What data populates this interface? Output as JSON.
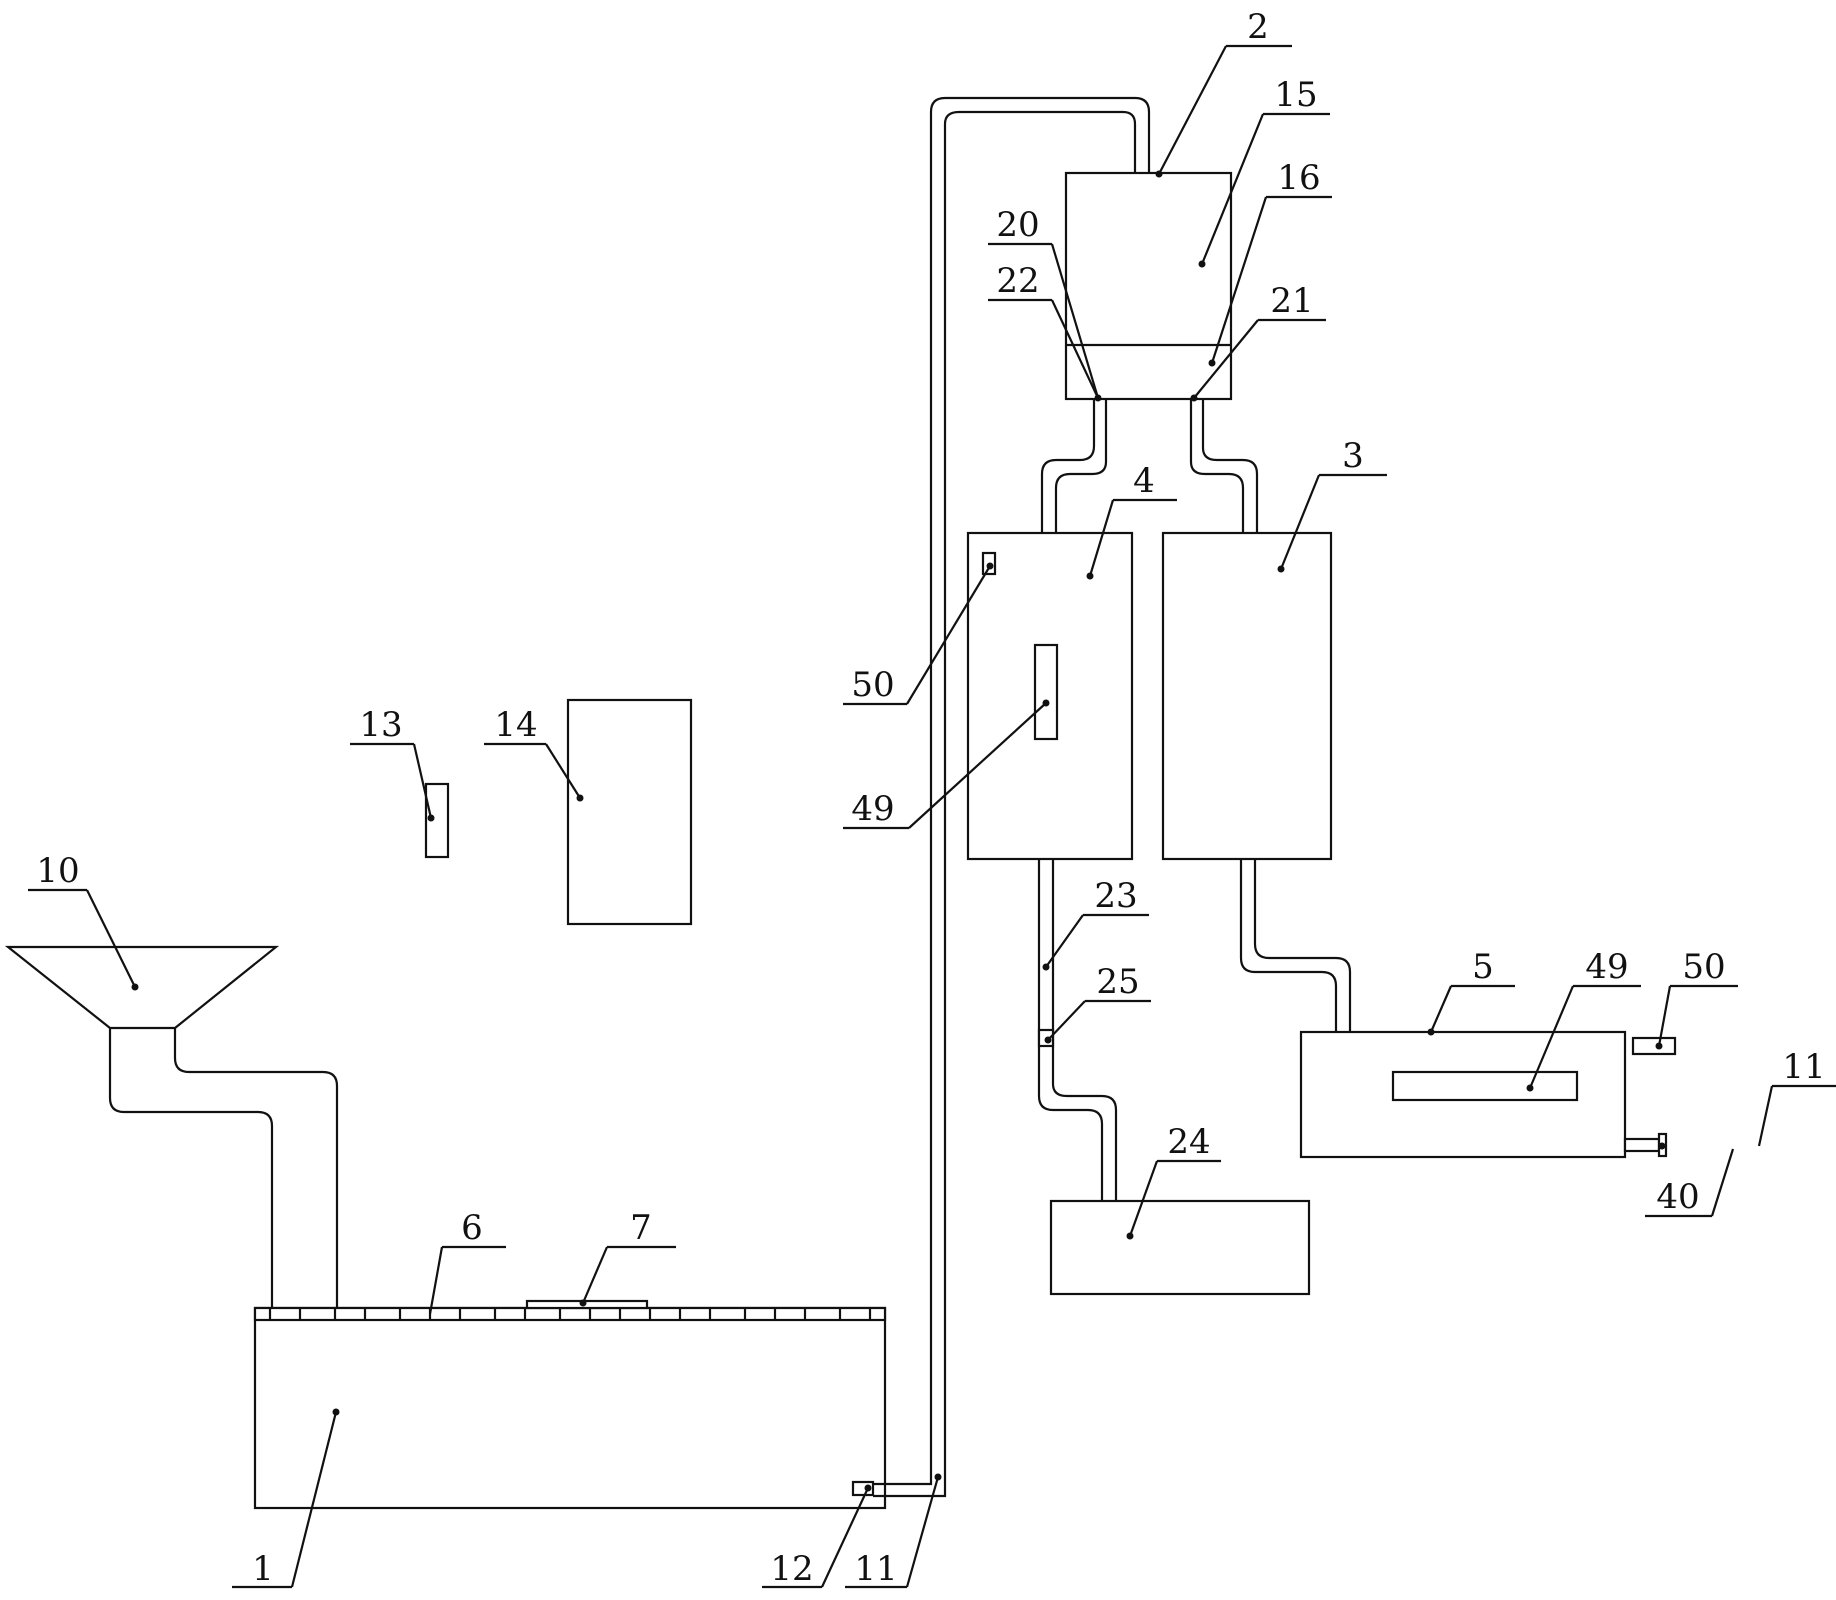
{
  "labels": {
    "l1": "1",
    "l2": "2",
    "l3": "3",
    "l4": "4",
    "l5": "5",
    "l6": "6",
    "l7": "7",
    "l10": "10",
    "l11a": "11",
    "l11b": "11",
    "l12": "12",
    "l13": "13",
    "l14": "14",
    "l15": "15",
    "l16": "16",
    "l20": "20",
    "l21": "21",
    "l22": "22",
    "l23": "23",
    "l24": "24",
    "l25": "25",
    "l40": "40",
    "l49a": "49",
    "l49b": "49",
    "l50a": "50",
    "l50b": "50"
  }
}
